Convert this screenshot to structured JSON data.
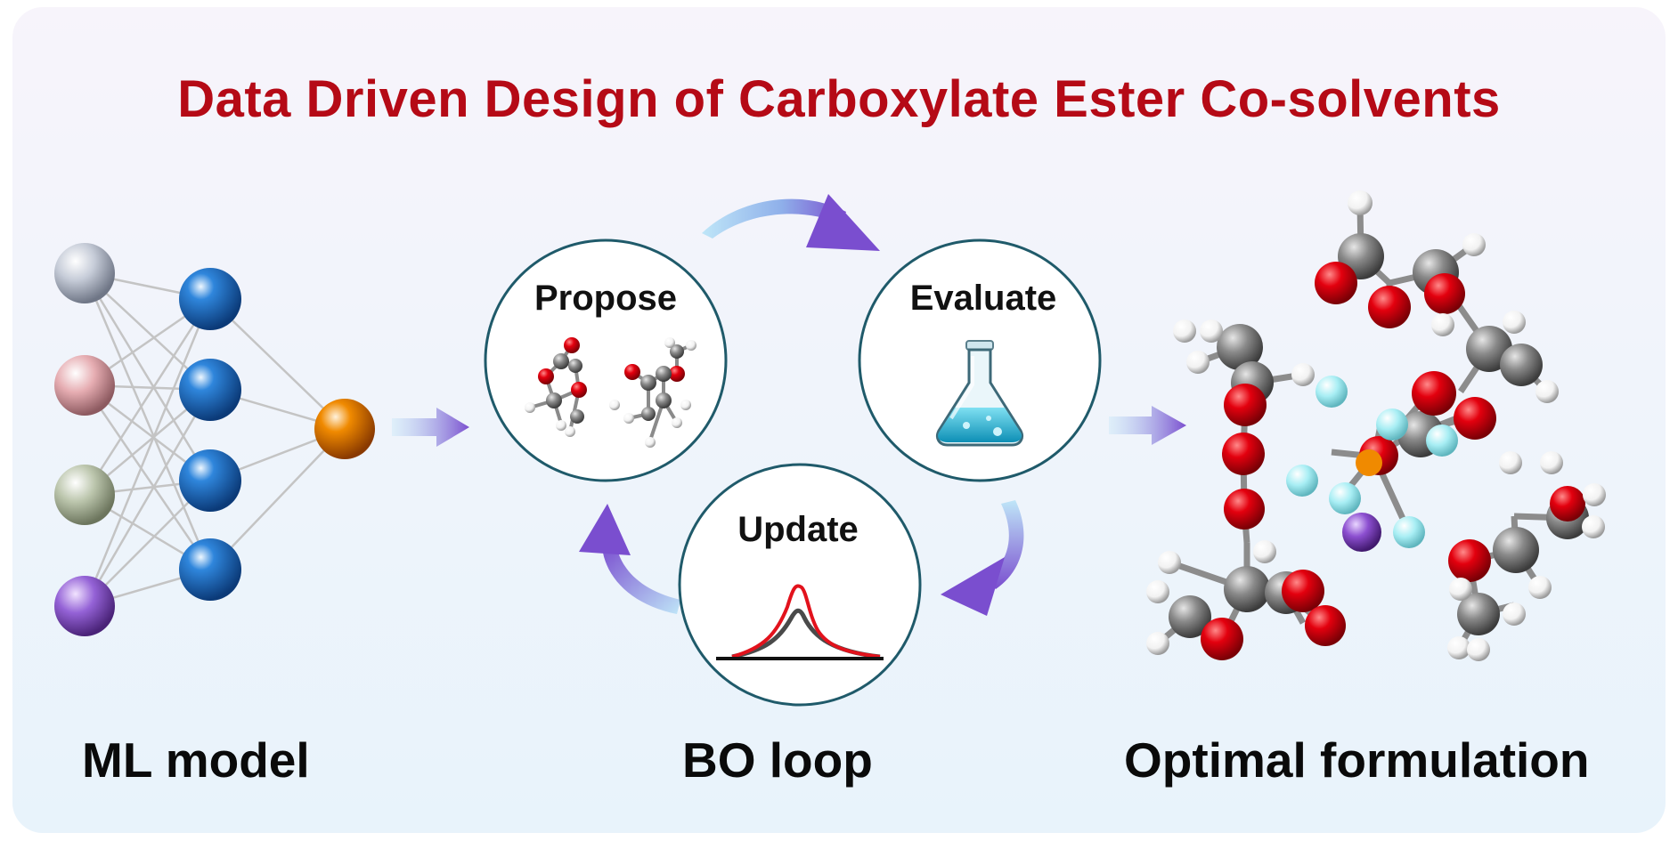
{
  "title": "Data Driven Design of Carboxylate Ester Co-solvents",
  "sections": {
    "ml_model": "ML model",
    "bo_loop": "BO loop",
    "optimal_formulation": "Optimal formulation"
  },
  "bo_steps": {
    "propose": "Propose",
    "evaluate": "Evaluate",
    "update": "Update"
  },
  "colors": {
    "title": "#b50a16",
    "ring": "#1f5a6a",
    "arrow_start": "#9fd6f2",
    "arrow_end": "#7b4fcf",
    "oxygen": "#e3000e",
    "carbon": "#7b7b7b",
    "hydrogen": "#ffffff",
    "fluorine": "#a8eef4",
    "phosphorus": "#f08a00",
    "lithium": "#8c4fd0",
    "neuron_hidden": "#1f6fc4",
    "neuron_output": "#e36a00"
  },
  "icons": [
    "neural-network-icon",
    "molecule-icon",
    "flask-icon",
    "gaussian-curve-icon",
    "molecular-cluster-icon"
  ]
}
